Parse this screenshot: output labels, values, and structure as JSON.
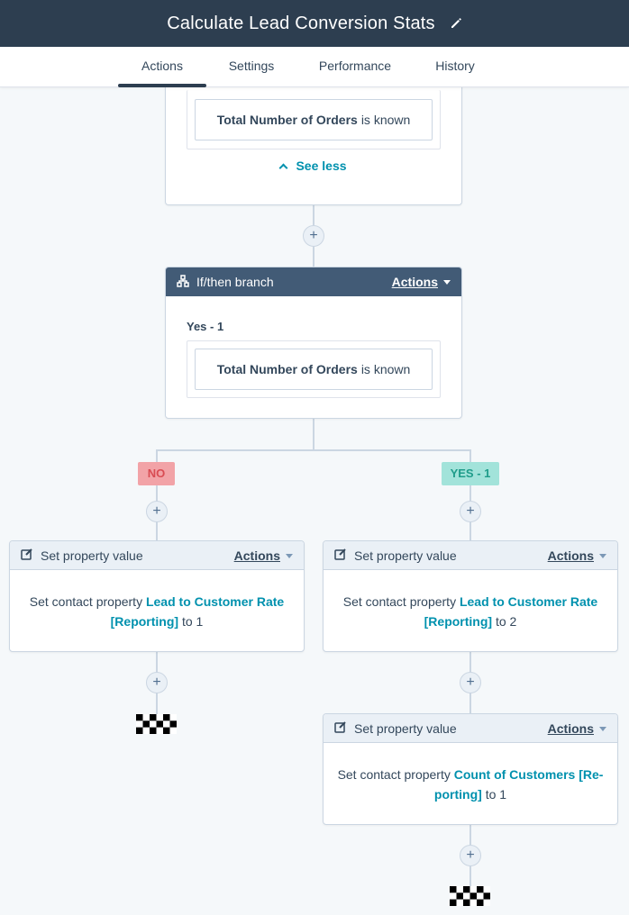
{
  "header": {
    "title": "Calculate Lead Conversion Stats",
    "edit_icon": "pencil-icon"
  },
  "tabs": [
    {
      "label": "Actions",
      "active": true
    },
    {
      "label": "Settings",
      "active": false
    },
    {
      "label": "Performance",
      "active": false
    },
    {
      "label": "History",
      "active": false
    }
  ],
  "top_card": {
    "criteria": {
      "property": "Total Number of Orders",
      "condition": "is known"
    },
    "see_less": "See less"
  },
  "branch_card": {
    "title": "If/then branch",
    "actions_label": "Actions",
    "branch_name": "Yes - 1",
    "criteria": {
      "property": "Total Number of Orders",
      "condition": "is known"
    }
  },
  "branches": {
    "no_label": "NO",
    "yes_label": "YES - 1"
  },
  "actions": [
    {
      "title": "Set property value",
      "actions_label": "Actions",
      "prefix": "Set contact property",
      "property_line1": "Lead to Customer Rate",
      "property_line2": "[Reporting]",
      "to": "to",
      "value": "1"
    },
    {
      "title": "Set property value",
      "actions_label": "Actions",
      "prefix": "Set contact property",
      "property_line1": "Lead to Customer Rate",
      "property_line2": "[Reporting]",
      "to": "to",
      "value": "2"
    },
    {
      "title": "Set property value",
      "actions_label": "Actions",
      "prefix": "Set contact property",
      "property_line1": "Count of Customers [Re-",
      "property_line2": "porting]",
      "to": "to",
      "value": "1"
    }
  ],
  "plus_glyph": "+",
  "colors": {
    "topbar": "#2d3e50",
    "branch_header": "#425b76",
    "action_header": "#eaf0f6",
    "link": "#0091ae",
    "no_badge_bg": "#f2a3a7",
    "no_badge_text": "#d94c53",
    "yes_badge_bg": "#a2e3da",
    "yes_badge_text": "#1f9c8a",
    "connector": "#cbd6e2"
  }
}
